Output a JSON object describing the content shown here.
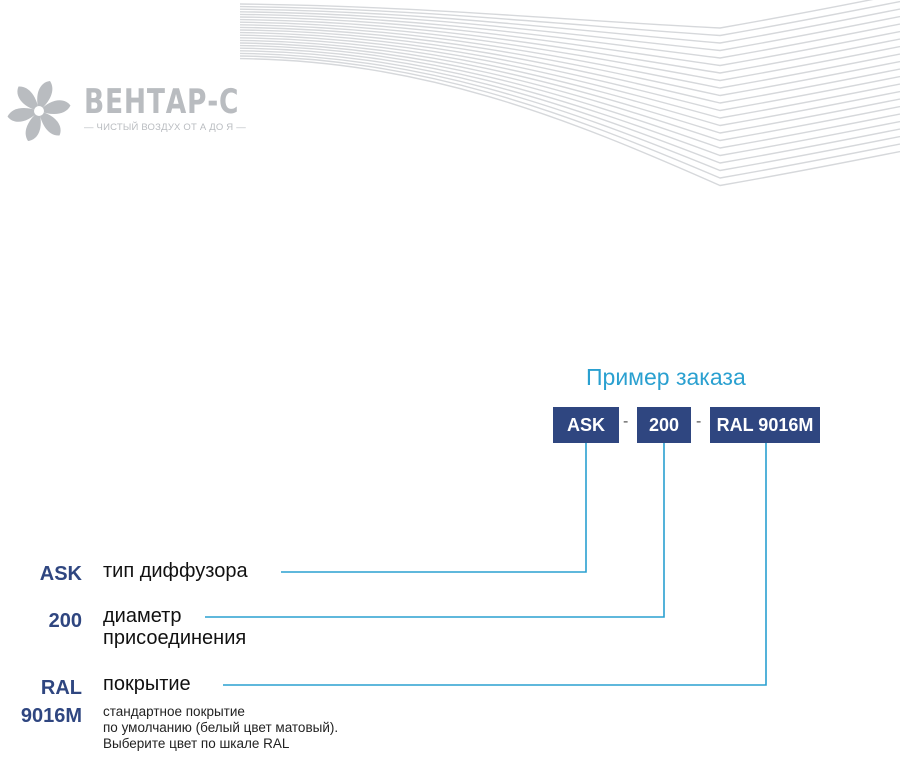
{
  "brand": {
    "name": "ВЕНТАР-С",
    "slogan": "— ЧИСТЫЙ ВОЗДУХ ОТ А ДО Я —",
    "icon": "fan-icon",
    "color": "#b9bcc0"
  },
  "colors": {
    "accent": "#2aa0d0",
    "code_box": "#2f4680"
  },
  "order_example": {
    "title": "Пример заказа",
    "codes": [
      "ASK",
      "200",
      "RAL 9016M"
    ],
    "separator": "-"
  },
  "legend": [
    {
      "code": "ASK",
      "description": "тип диффузора"
    },
    {
      "code": "200",
      "description_line1": "диаметр",
      "description_line2": "присоединения"
    },
    {
      "code_line1": "RAL",
      "code_line2": "9016M",
      "description": "покрытие",
      "note_line1": "стандартное покрытие",
      "note_line2": "по умолчанию (белый цвет матовый).",
      "note_line3": "Выберите цвет по шкале RAL"
    }
  ]
}
